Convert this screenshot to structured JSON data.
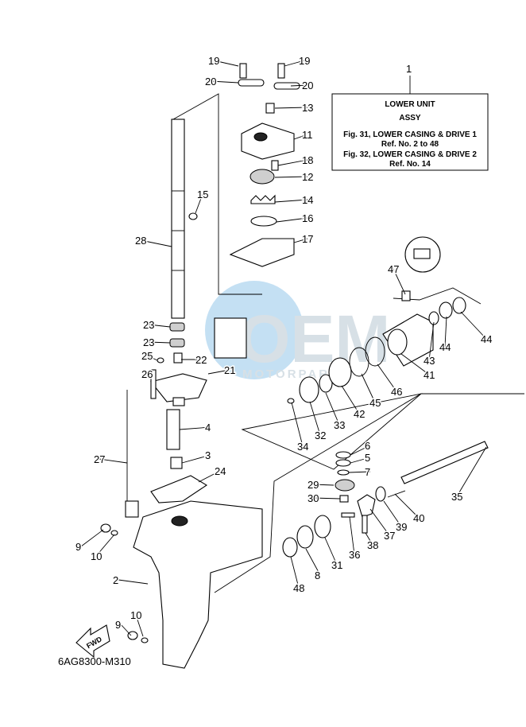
{
  "diagram_code": "6AG8300-M310",
  "info_box": {
    "ref_number": "1",
    "title": "LOWER UNIT",
    "subtitle": "ASSY",
    "line1": "Fig. 31, LOWER CASING & DRIVE 1",
    "line2": "Ref. No. 2 to 48",
    "line3": "Fig. 32, LOWER CASING & DRIVE 2",
    "line4": "Ref. No. 14"
  },
  "fwd_label": "FWD",
  "watermark": {
    "main": "OEM",
    "sub": "MOTORPARTS"
  },
  "callouts": [
    "19",
    "19",
    "20",
    "20",
    "13",
    "11",
    "18",
    "12",
    "14",
    "16",
    "17",
    "15",
    "28",
    "47",
    "44",
    "44",
    "43",
    "23",
    "23",
    "25",
    "22",
    "21",
    "26",
    "41",
    "46",
    "45",
    "42",
    "33",
    "32",
    "34",
    "4",
    "3",
    "27",
    "24",
    "6",
    "5",
    "7",
    "29",
    "30",
    "35",
    "40",
    "39",
    "37",
    "38",
    "36",
    "31",
    "8",
    "48",
    "9",
    "10",
    "2",
    "10",
    "9"
  ]
}
